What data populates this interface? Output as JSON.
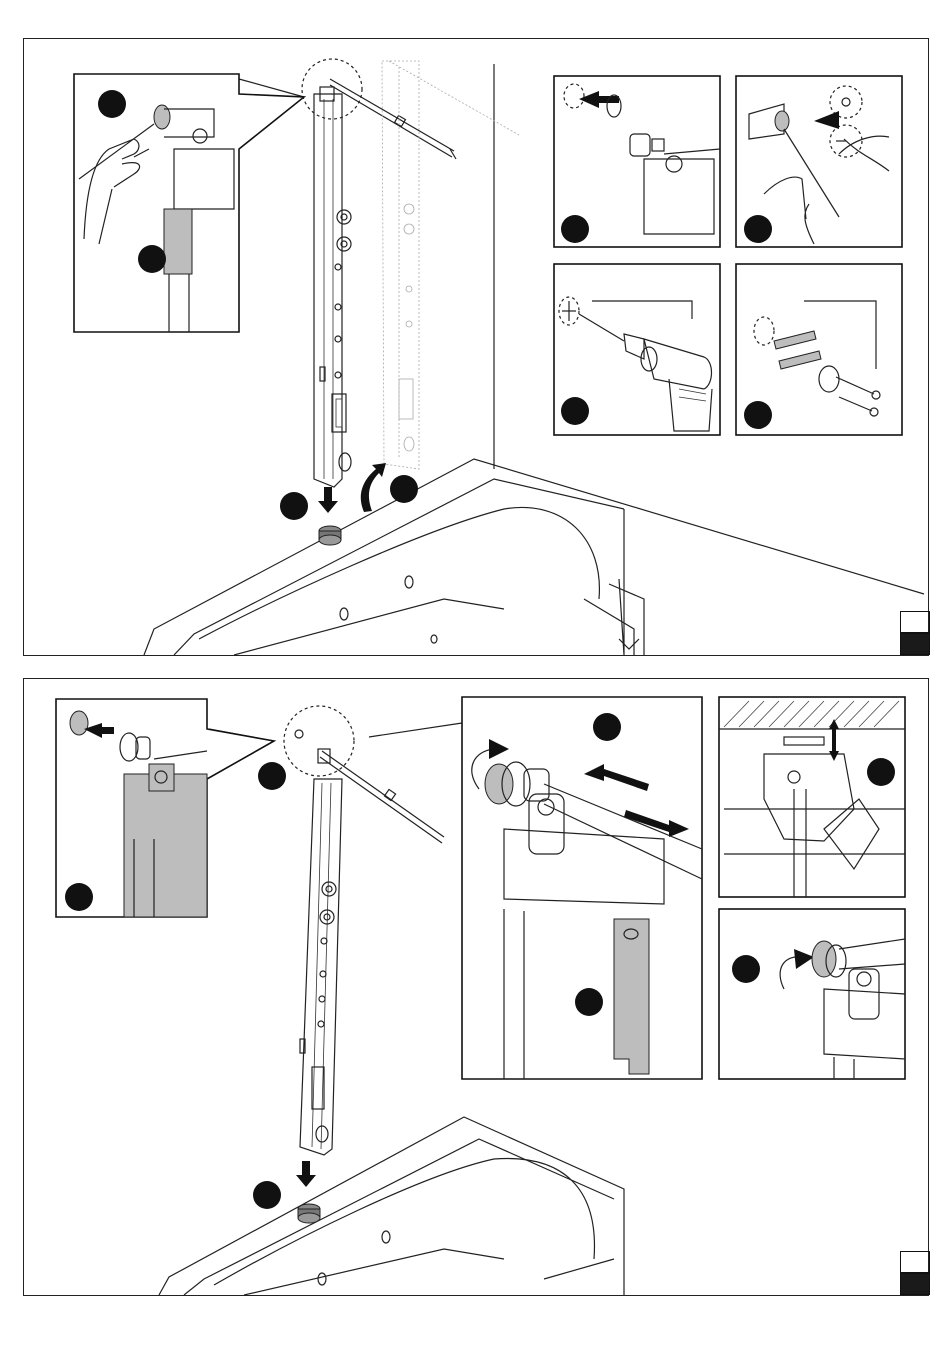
{
  "figure": {
    "panels": [
      {
        "name": "top-panel",
        "step_markers": 8
      },
      {
        "name": "bottom-panel",
        "step_markers": 7
      }
    ],
    "text_labels": []
  },
  "colors": {
    "line": "#222222",
    "marker": "#111111",
    "shade": "#bdbdbd",
    "page_tab_fill": "#1a1a1a"
  },
  "icons": [
    "shower-column-icon",
    "bathtub-icon",
    "drill-icon",
    "screwdriver-icon",
    "wall-plug-icon",
    "screw-icon",
    "rosette-icon",
    "hand-icon",
    "arrow-icon",
    "cross-icon",
    "hex-key-icon"
  ]
}
